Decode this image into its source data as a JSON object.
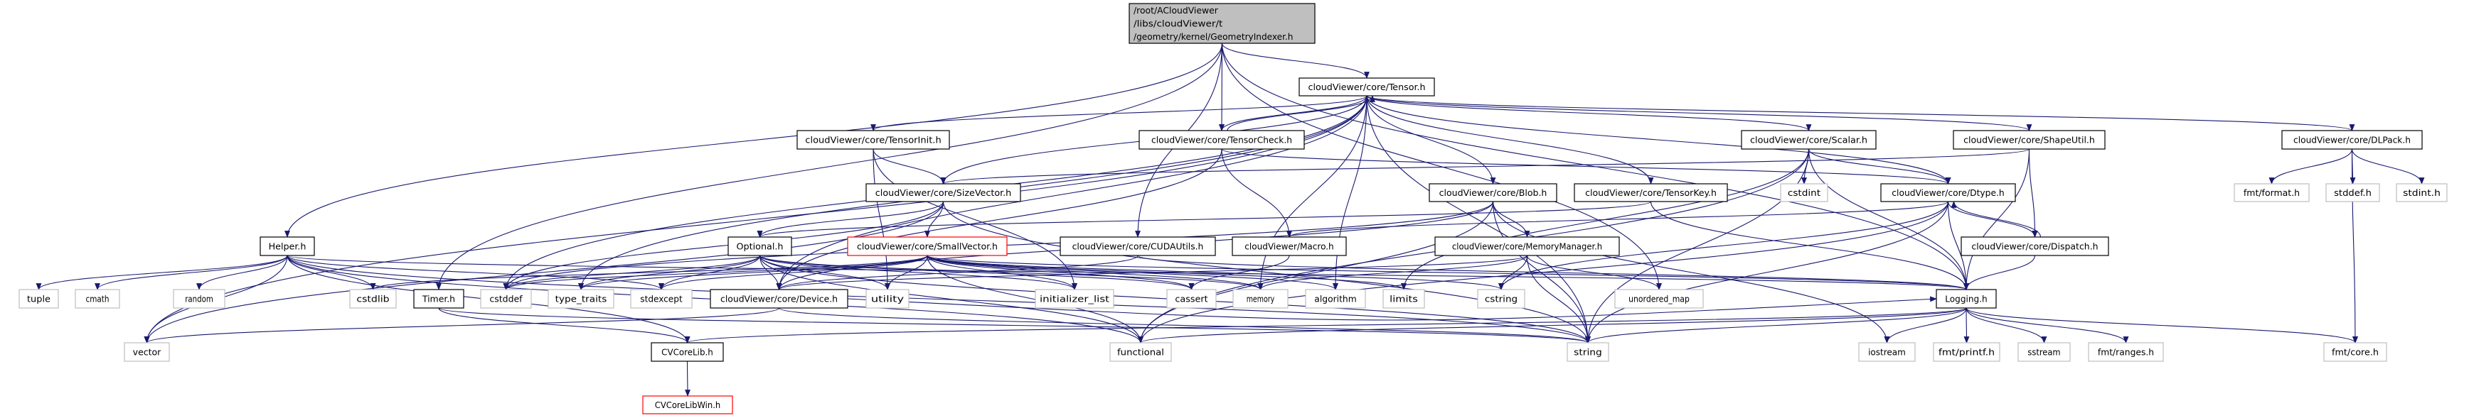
{
  "colors": {
    "edge": "#191970",
    "root_fill": "#bfbfbf",
    "internal_border": "#000000",
    "external_border": "#bfbfbf",
    "truncated_border": "#ff0000"
  },
  "nodes": [
    {
      "id": "root",
      "label": [
        "/root/ACloudViewer",
        "/libs/cloudViewer/t",
        "/geometry/kernel/GeometryIndexer.h"
      ],
      "kind": "root"
    },
    {
      "id": "tensor",
      "label": [
        "cloudViewer/core/Tensor.h"
      ],
      "kind": "internal"
    },
    {
      "id": "tensorinit",
      "label": [
        "cloudViewer/core/TensorInit.h"
      ],
      "kind": "internal"
    },
    {
      "id": "tensorcheck",
      "label": [
        "cloudViewer/core/TensorCheck.h"
      ],
      "kind": "internal"
    },
    {
      "id": "scalar",
      "label": [
        "cloudViewer/core/Scalar.h"
      ],
      "kind": "internal"
    },
    {
      "id": "shapeutil",
      "label": [
        "cloudViewer/core/ShapeUtil.h"
      ],
      "kind": "internal"
    },
    {
      "id": "dlpack",
      "label": [
        "cloudViewer/core/DLPack.h"
      ],
      "kind": "internal"
    },
    {
      "id": "sizevector",
      "label": [
        "cloudViewer/core/SizeVector.h"
      ],
      "kind": "internal"
    },
    {
      "id": "blob",
      "label": [
        "cloudViewer/core/Blob.h"
      ],
      "kind": "internal"
    },
    {
      "id": "tensorkey",
      "label": [
        "cloudViewer/core/TensorKey.h"
      ],
      "kind": "internal"
    },
    {
      "id": "cstdint",
      "label": [
        "cstdint"
      ],
      "kind": "external"
    },
    {
      "id": "dtype",
      "label": [
        "cloudViewer/core/Dtype.h"
      ],
      "kind": "internal"
    },
    {
      "id": "fmtformat",
      "label": [
        "fmt/format.h"
      ],
      "kind": "external"
    },
    {
      "id": "stddefh",
      "label": [
        "stddef.h"
      ],
      "kind": "external"
    },
    {
      "id": "stdinth",
      "label": [
        "stdint.h"
      ],
      "kind": "external"
    },
    {
      "id": "helper",
      "label": [
        "Helper.h"
      ],
      "kind": "internal"
    },
    {
      "id": "optional",
      "label": [
        "Optional.h"
      ],
      "kind": "internal"
    },
    {
      "id": "smallvector",
      "label": [
        "cloudViewer/core/SmallVector.h"
      ],
      "kind": "truncated"
    },
    {
      "id": "cudautils",
      "label": [
        "cloudViewer/core/CUDAUtils.h"
      ],
      "kind": "internal"
    },
    {
      "id": "macro",
      "label": [
        "cloudViewer/Macro.h"
      ],
      "kind": "internal"
    },
    {
      "id": "memorymanager",
      "label": [
        "cloudViewer/core/MemoryManager.h"
      ],
      "kind": "internal"
    },
    {
      "id": "dispatch",
      "label": [
        "cloudViewer/core/Dispatch.h"
      ],
      "kind": "internal"
    },
    {
      "id": "tuple",
      "label": [
        "tuple"
      ],
      "kind": "external"
    },
    {
      "id": "cmath",
      "label": [
        "cmath"
      ],
      "kind": "external"
    },
    {
      "id": "random",
      "label": [
        "random"
      ],
      "kind": "external"
    },
    {
      "id": "cstdlib",
      "label": [
        "cstdlib"
      ],
      "kind": "external"
    },
    {
      "id": "timer",
      "label": [
        "Timer.h"
      ],
      "kind": "internal"
    },
    {
      "id": "cstddef",
      "label": [
        "cstddef"
      ],
      "kind": "external"
    },
    {
      "id": "type_traits",
      "label": [
        "type_traits"
      ],
      "kind": "external"
    },
    {
      "id": "stdexcept",
      "label": [
        "stdexcept"
      ],
      "kind": "external"
    },
    {
      "id": "device",
      "label": [
        "cloudViewer/core/Device.h"
      ],
      "kind": "internal"
    },
    {
      "id": "utility",
      "label": [
        "utility"
      ],
      "kind": "external"
    },
    {
      "id": "initializer_list",
      "label": [
        "initializer_list"
      ],
      "kind": "external"
    },
    {
      "id": "cassert",
      "label": [
        "cassert"
      ],
      "kind": "external"
    },
    {
      "id": "memory",
      "label": [
        "memory"
      ],
      "kind": "external"
    },
    {
      "id": "algorithm",
      "label": [
        "algorithm"
      ],
      "kind": "external"
    },
    {
      "id": "limits",
      "label": [
        "limits"
      ],
      "kind": "external"
    },
    {
      "id": "cstring",
      "label": [
        "cstring"
      ],
      "kind": "external"
    },
    {
      "id": "unordered_map",
      "label": [
        "unordered_map"
      ],
      "kind": "external"
    },
    {
      "id": "logging",
      "label": [
        "Logging.h"
      ],
      "kind": "internal"
    },
    {
      "id": "vector",
      "label": [
        "vector"
      ],
      "kind": "external"
    },
    {
      "id": "cvcorelib",
      "label": [
        "CVCoreLib.h"
      ],
      "kind": "internal"
    },
    {
      "id": "functional",
      "label": [
        "functional"
      ],
      "kind": "external"
    },
    {
      "id": "string",
      "label": [
        "string"
      ],
      "kind": "external"
    },
    {
      "id": "iostream",
      "label": [
        "iostream"
      ],
      "kind": "external"
    },
    {
      "id": "fmtprintf",
      "label": [
        "fmt/printf.h"
      ],
      "kind": "external"
    },
    {
      "id": "sstream",
      "label": [
        "sstream"
      ],
      "kind": "external"
    },
    {
      "id": "fmtranges",
      "label": [
        "fmt/ranges.h"
      ],
      "kind": "external"
    },
    {
      "id": "fmtcore",
      "label": [
        "fmt/core.h"
      ],
      "kind": "external"
    },
    {
      "id": "cvcorelibwin",
      "label": [
        "CVCoreLibWin.h"
      ],
      "kind": "truncated"
    }
  ],
  "edges": [
    [
      "root",
      "helper"
    ],
    [
      "root",
      "timer"
    ],
    [
      "root",
      "tensor"
    ],
    [
      "root",
      "tensorcheck"
    ],
    [
      "root",
      "cudautils"
    ],
    [
      "root",
      "logging"
    ],
    [
      "root",
      "unordered_map"
    ],
    [
      "tensor",
      "tensorinit"
    ],
    [
      "tensor",
      "tensorcheck"
    ],
    [
      "tensor",
      "sizevector"
    ],
    [
      "tensor",
      "blob"
    ],
    [
      "tensor",
      "tensorkey"
    ],
    [
      "tensor",
      "scalar"
    ],
    [
      "tensor",
      "shapeutil"
    ],
    [
      "tensor",
      "dlpack"
    ],
    [
      "tensor",
      "dtype"
    ],
    [
      "tensor",
      "device"
    ],
    [
      "tensor",
      "cstddef"
    ],
    [
      "tensor",
      "type_traits"
    ],
    [
      "tensor",
      "memory"
    ],
    [
      "tensor",
      "algorithm"
    ],
    [
      "tensor",
      "string"
    ],
    [
      "tensor",
      "vector"
    ],
    [
      "tensorcheck",
      "tensor"
    ],
    [
      "tensorcheck",
      "macro"
    ],
    [
      "tensorcheck",
      "dtype"
    ],
    [
      "tensorcheck",
      "device"
    ],
    [
      "tensorinit",
      "sizevector"
    ],
    [
      "tensorinit",
      "initializer_list"
    ],
    [
      "tensorinit",
      "utility"
    ],
    [
      "sizevector",
      "optional"
    ],
    [
      "sizevector",
      "smallvector"
    ],
    [
      "sizevector",
      "cstddef"
    ],
    [
      "sizevector",
      "vector"
    ],
    [
      "sizevector",
      "string"
    ],
    [
      "blob",
      "memorymanager"
    ],
    [
      "blob",
      "device"
    ],
    [
      "blob",
      "functional"
    ],
    [
      "blob",
      "string"
    ],
    [
      "blob",
      "iostream"
    ],
    [
      "blob",
      "cstddef"
    ],
    [
      "tensorkey",
      "logging"
    ],
    [
      "tensorkey",
      "optional"
    ],
    [
      "scalar",
      "dtype"
    ],
    [
      "scalar",
      "cstdint"
    ],
    [
      "scalar",
      "logging"
    ],
    [
      "scalar",
      "string"
    ],
    [
      "scalar",
      "limits"
    ],
    [
      "scalar",
      "functional"
    ],
    [
      "shapeutil",
      "sizevector"
    ],
    [
      "shapeutil",
      "dispatch"
    ],
    [
      "shapeutil",
      "logging"
    ],
    [
      "dlpack",
      "fmtformat"
    ],
    [
      "dlpack",
      "stddefh"
    ],
    [
      "dlpack",
      "stdinth"
    ],
    [
      "dlpack",
      "fmtcore"
    ],
    [
      "dtype",
      "dispatch"
    ],
    [
      "dtype",
      "logging"
    ],
    [
      "dtype",
      "string"
    ],
    [
      "dtype",
      "cstring"
    ],
    [
      "dtype",
      "macro"
    ],
    [
      "dtype",
      "functional"
    ],
    [
      "dispatch",
      "dtype"
    ],
    [
      "dispatch",
      "logging"
    ],
    [
      "memorymanager",
      "cstring"
    ],
    [
      "memorymanager",
      "string"
    ],
    [
      "memorymanager",
      "unordered_map"
    ],
    [
      "memorymanager",
      "device"
    ],
    [
      "memorymanager",
      "memory"
    ],
    [
      "macro",
      "cassert"
    ],
    [
      "optional",
      "cassert"
    ],
    [
      "optional",
      "functional"
    ],
    [
      "optional",
      "initializer_list"
    ],
    [
      "optional",
      "memory"
    ],
    [
      "optional",
      "stdexcept"
    ],
    [
      "optional",
      "string"
    ],
    [
      "optional",
      "type_traits"
    ],
    [
      "optional",
      "utility"
    ],
    [
      "optional",
      "cstddef"
    ],
    [
      "optional",
      "device"
    ],
    [
      "smallvector",
      "utility"
    ],
    [
      "smallvector",
      "initializer_list"
    ],
    [
      "smallvector",
      "cassert"
    ],
    [
      "smallvector",
      "memory"
    ],
    [
      "smallvector",
      "algorithm"
    ],
    [
      "smallvector",
      "limits"
    ],
    [
      "smallvector",
      "cstring"
    ],
    [
      "smallvector",
      "cstdlib"
    ],
    [
      "smallvector",
      "cstddef"
    ],
    [
      "smallvector",
      "type_traits"
    ],
    [
      "smallvector",
      "stdexcept"
    ],
    [
      "smallvector",
      "logging"
    ],
    [
      "smallvector",
      "functional"
    ],
    [
      "cudautils",
      "logging"
    ],
    [
      "cudautils",
      "device"
    ],
    [
      "device",
      "vector"
    ],
    [
      "device",
      "string"
    ],
    [
      "device",
      "logging"
    ],
    [
      "helper",
      "tuple"
    ],
    [
      "helper",
      "cmath"
    ],
    [
      "helper",
      "random"
    ],
    [
      "helper",
      "vector"
    ],
    [
      "helper",
      "cstdlib"
    ],
    [
      "helper",
      "stdexcept"
    ],
    [
      "helper",
      "functional"
    ],
    [
      "helper",
      "string"
    ],
    [
      "helper",
      "cvcorelib"
    ],
    [
      "helper",
      "logging"
    ],
    [
      "timer",
      "cvcorelib"
    ],
    [
      "timer",
      "string"
    ],
    [
      "logging",
      "iostream"
    ],
    [
      "logging",
      "fmtprintf"
    ],
    [
      "logging",
      "sstream"
    ],
    [
      "logging",
      "fmtranges"
    ],
    [
      "logging",
      "fmtcore"
    ],
    [
      "logging",
      "string"
    ],
    [
      "logging",
      "functional"
    ],
    [
      "logging",
      "cvcorelib"
    ],
    [
      "cvcorelib",
      "cvcorelibwin"
    ]
  ]
}
